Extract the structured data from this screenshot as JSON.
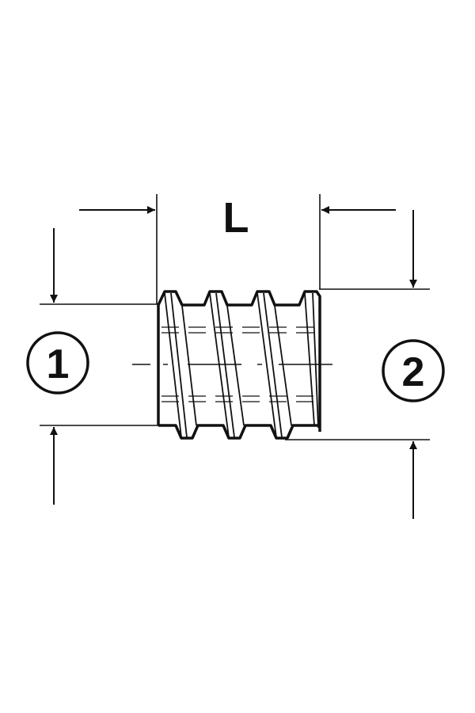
{
  "diagram": {
    "dimension_label": "L",
    "callouts": [
      "1",
      "2"
    ],
    "stroke_color": "#111111",
    "background": "#ffffff"
  }
}
